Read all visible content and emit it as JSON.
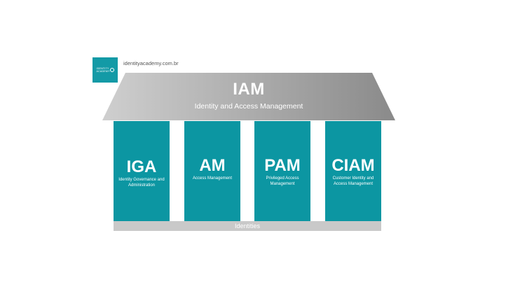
{
  "logo": {
    "text": "IDENTITY ACADEMY"
  },
  "site_url": "identityacademy.com.br",
  "roof": {
    "title": "IAM",
    "subtitle": "Identity and Access Management"
  },
  "pillars": [
    {
      "title": "IGA",
      "description": "Identity Governance and Administration"
    },
    {
      "title": "AM",
      "description": "Access Management"
    },
    {
      "title": "PAM",
      "description": "Privileged Access Management"
    },
    {
      "title": "CIAM",
      "description": "Customer Identity and Access Management"
    }
  ],
  "base": {
    "label": "Identities"
  },
  "colors": {
    "teal": "#0c96a2",
    "roof_light": "#c8c8c8",
    "roof_dark": "#8a8a8a",
    "base": "#c9c9c9"
  }
}
